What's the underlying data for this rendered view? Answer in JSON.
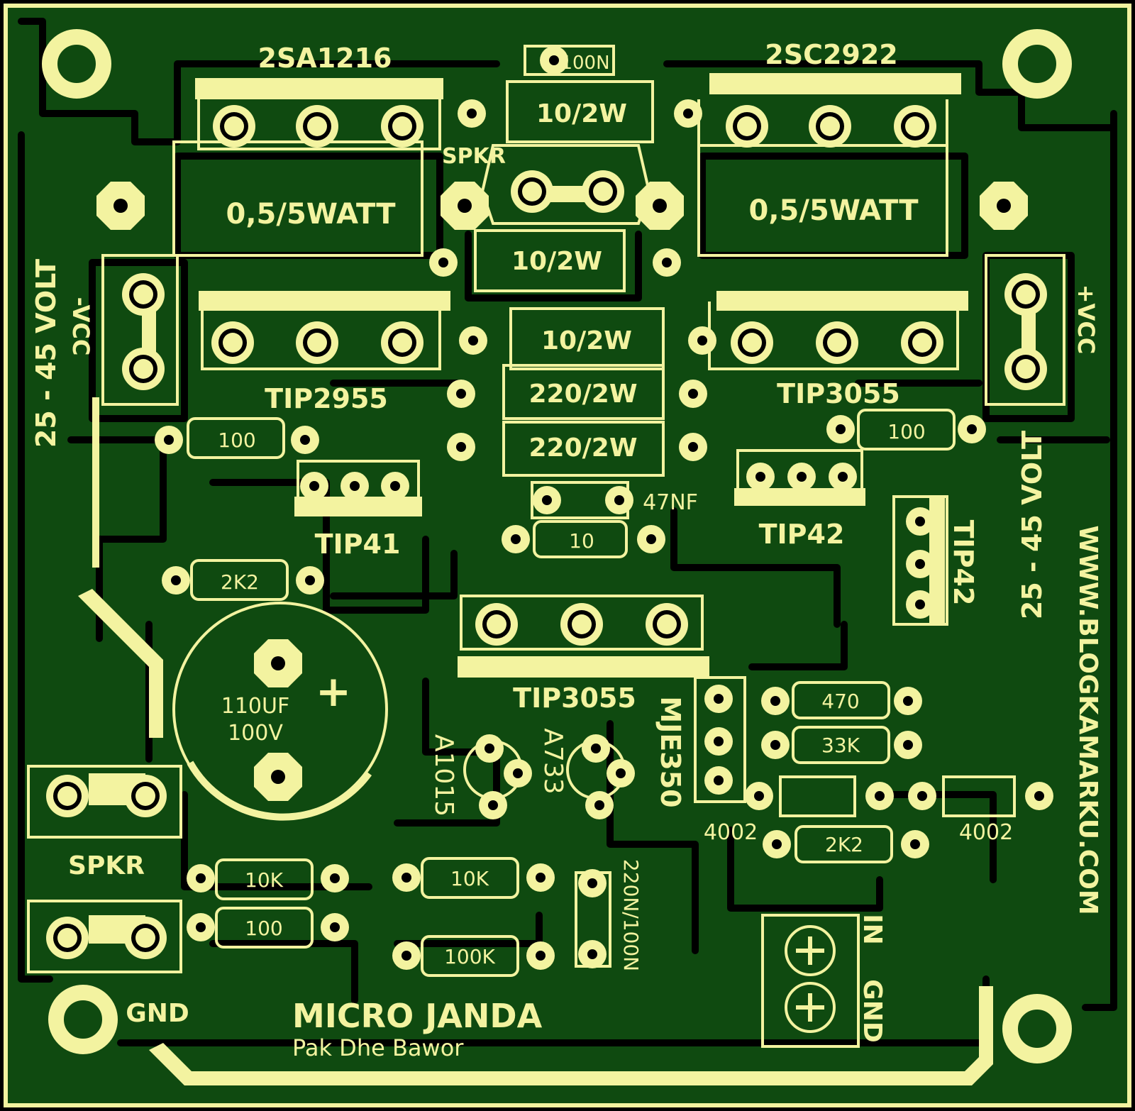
{
  "colors": {
    "background": "#000000",
    "board": "#0f4a10",
    "silk": "#f3f3a0",
    "trace": "#000000"
  },
  "labels": {
    "q_top_left": "2SA1216",
    "q_top_right": "2SC2922",
    "cap_100n": "100N",
    "res_top": "10/2W",
    "spkr_top": "SPKR",
    "res_big_left": "0,5/5WATT",
    "res_big_right": "0,5/5WATT",
    "res_mid": "10/2W",
    "res_mid2": "10/2W",
    "res_220a": "220/2W",
    "res_220b": "220/2W",
    "q_tip2955": "TIP2955",
    "q_tip3055_right": "TIP3055",
    "res_100_left": "100",
    "res_100_right": "100",
    "q_tip41": "TIP41",
    "q_tip42": "TIP42",
    "q_tip42_vertical": "TIP42",
    "cap_47nf": "47NF",
    "res_10": "10",
    "res_2k2_left": "2K2",
    "q_tip3055_center": "TIP3055",
    "cap_value": "110UF",
    "cap_voltage": "100V",
    "cap_plus": "+",
    "q_a1015": "A1015",
    "q_a733": "A733",
    "q_mje350": "MJE350",
    "res_470": "470",
    "res_33k": "33K",
    "diode_left": "4002",
    "diode_right": "4002",
    "res_2k2_right": "2K2",
    "res_10k_left": "10K",
    "res_10k_mid": "10K",
    "res_100_bottom": "100",
    "res_100k": "100K",
    "cap_220n": "220N/100N",
    "spkr_bottom": "SPKR",
    "gnd_bottom": "GND",
    "in_label": "IN",
    "gnd_input": "GND",
    "volt_left": "25 - 45 VOLT",
    "vcc_left": "-VCC",
    "volt_right": "25 - 45 VOLT",
    "vcc_right": "+VCC",
    "website": "WWW.BLOGKAMARKU.COM",
    "title": "MICRO JANDA",
    "author": "Pak Dhe Bawor"
  }
}
